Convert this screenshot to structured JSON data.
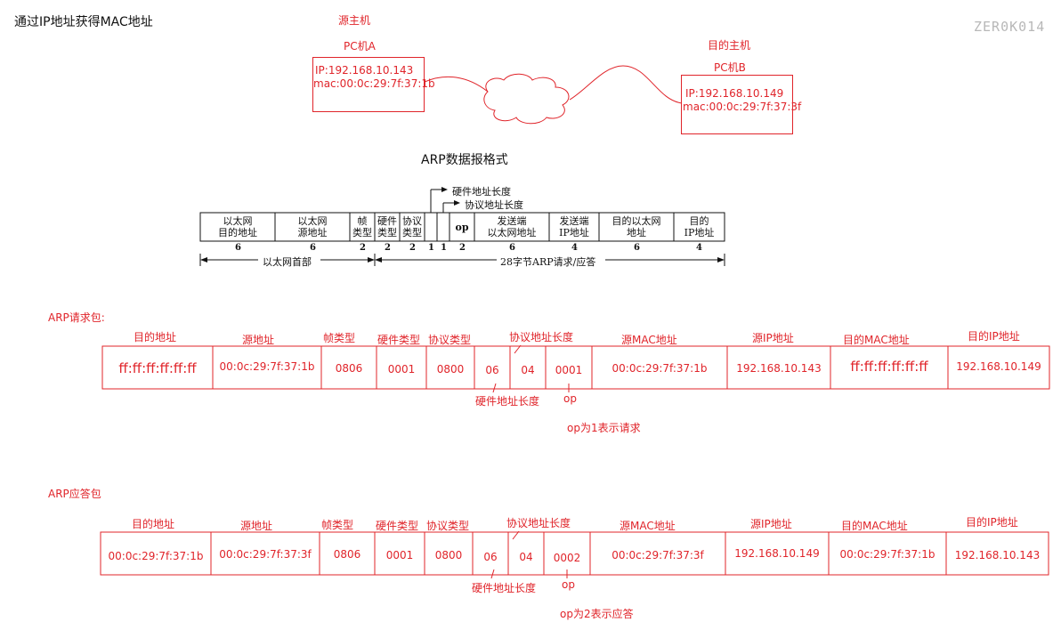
{
  "title": "通过IP地址获得MAC地址",
  "watermark": "ZER0K014",
  "topology": {
    "source_label": "源主机",
    "source_name": "PC机A",
    "source_ip": "IP:192.168.10.143",
    "source_mac": "mac:00:0c:29:7f:37:1b",
    "dest_label": "目的主机",
    "dest_name": "PC机B",
    "dest_ip": "IP:192.168.10.149",
    "dest_mac": "mac:00:0c:29:7f:37:3f"
  },
  "format": {
    "title": "ARP数据报格式",
    "callout_hw_len": "硬件地址长度",
    "callout_proto_len": "协议地址长度",
    "cells": [
      {
        "label": "以太网\n目的地址",
        "size": "6"
      },
      {
        "label": "以太网\n源地址",
        "size": "6"
      },
      {
        "label": "帧\n类型",
        "size": "2"
      },
      {
        "label": "硬件\n类型",
        "size": "2"
      },
      {
        "label": "协议\n类型",
        "size": "2"
      },
      {
        "label": "",
        "size": "1"
      },
      {
        "label": "",
        "size": "1"
      },
      {
        "label": "op",
        "size": "2"
      },
      {
        "label": "发送端\n以太网地址",
        "size": "6"
      },
      {
        "label": "发送端\nIP地址",
        "size": "4"
      },
      {
        "label": "目的以太网\n地址",
        "size": "6"
      },
      {
        "label": "目的\nIP地址",
        "size": "4"
      }
    ],
    "span_ethernet": "以太网首部",
    "span_arp": "28字节ARP请求/应答"
  },
  "request": {
    "title": "ARP请求包:",
    "headers": {
      "dst": "目的地址",
      "src": "源地址",
      "frame": "帧类型",
      "hw": "硬件类型",
      "proto": "协议类型",
      "proto_len": "协议地址长度",
      "src_mac": "源MAC地址",
      "src_ip": "源IP地址",
      "dst_mac": "目的MAC地址",
      "dst_ip": "目的IP地址"
    },
    "values": {
      "dst": "ff:ff:ff:ff:ff:ff",
      "src": "00:0c:29:7f:37:1b",
      "frame": "0806",
      "hw": "0001",
      "proto": "0800",
      "hw_len": "06",
      "proto_len": "04",
      "op": "0001",
      "src_mac": "00:0c:29:7f:37:1b",
      "src_ip": "192.168.10.143",
      "dst_mac": "ff:ff:ff:ff:ff:ff",
      "dst_ip": "192.168.10.149"
    },
    "below_hw_len": "硬件地址长度",
    "below_op": "op",
    "note": "op为1表示请求"
  },
  "reply": {
    "title": "ARP应答包",
    "headers": {
      "dst": "目的地址",
      "src": "源地址",
      "frame": "帧类型",
      "hw": "硬件类型",
      "proto": "协议类型",
      "proto_len": "协议地址长度",
      "src_mac": "源MAC地址",
      "src_ip": "源IP地址",
      "dst_mac": "目的MAC地址",
      "dst_ip": "目的IP地址"
    },
    "values": {
      "dst": "00:0c:29:7f:37:1b",
      "src": "00:0c:29:7f:37:3f",
      "frame": "0806",
      "hw": "0001",
      "proto": "0800",
      "hw_len": "06",
      "proto_len": "04",
      "op": "0002",
      "src_mac": "00:0c:29:7f:37:3f",
      "src_ip": "192.168.10.149",
      "dst_mac": "00:0c:29:7f:37:1b",
      "dst_ip": "192.168.10.143"
    },
    "below_hw_len": "硬件地址长度",
    "below_op": "op",
    "note": "op为2表示应答"
  },
  "colors": {
    "accent": "#e0242a",
    "ink": "#111111"
  }
}
